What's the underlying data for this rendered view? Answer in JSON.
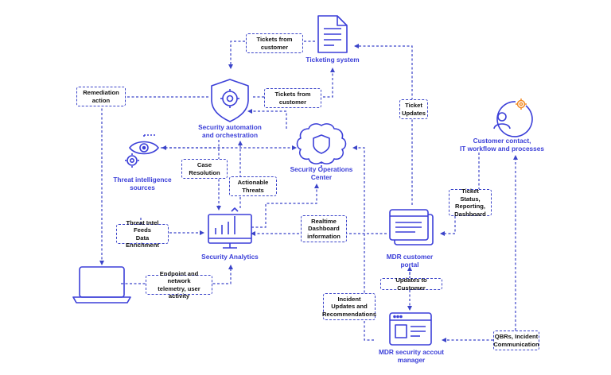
{
  "nodes": {
    "ticketing_system": "Ticketing system",
    "security_automation": "Security automation\nand orchestration",
    "threat_intelligence": "Threat intelligence\nsources",
    "security_operations_center": "Security Operations\nCenter",
    "security_analytics": "Security Analytics",
    "customer_contact": "Customer contact,\nIT workflow and processes",
    "mdr_customer_portal": "MDR customer\nportal",
    "mdr_account_manager": "MDR security accout\nmanager"
  },
  "labels": {
    "tickets_from_customer_top": "Tickets from\ncustomer",
    "tickets_from_customer_mid": "Tickets from\ncustomer",
    "remediation_action": "Remediation\naction",
    "ticket_updates": "Ticket\nUpdates",
    "case_resolution": "Case\nResolution",
    "actionable_threats": "Actionable\nThreats",
    "threat_intel_feeds": "Threat Intel Feeds\nData Enrichment",
    "realtime_dashboard": "Realtime\nDashboard\ninformation",
    "ticket_status": "Ticket Status,\nReporting,\nDashboard",
    "endpoint_telemetry": "Endpoint and network\ntelemetry, user activity",
    "updates_to_customer": "Updates to Customer",
    "incident_updates": "Incident\nUpdates and\nRecommendations",
    "qbrs": "QBRs, Incident\nCommunication"
  },
  "colors": {
    "accent": "#3b44c9",
    "icon": "#3b3fd8",
    "orange": "#f28c28",
    "text": "#111111"
  }
}
